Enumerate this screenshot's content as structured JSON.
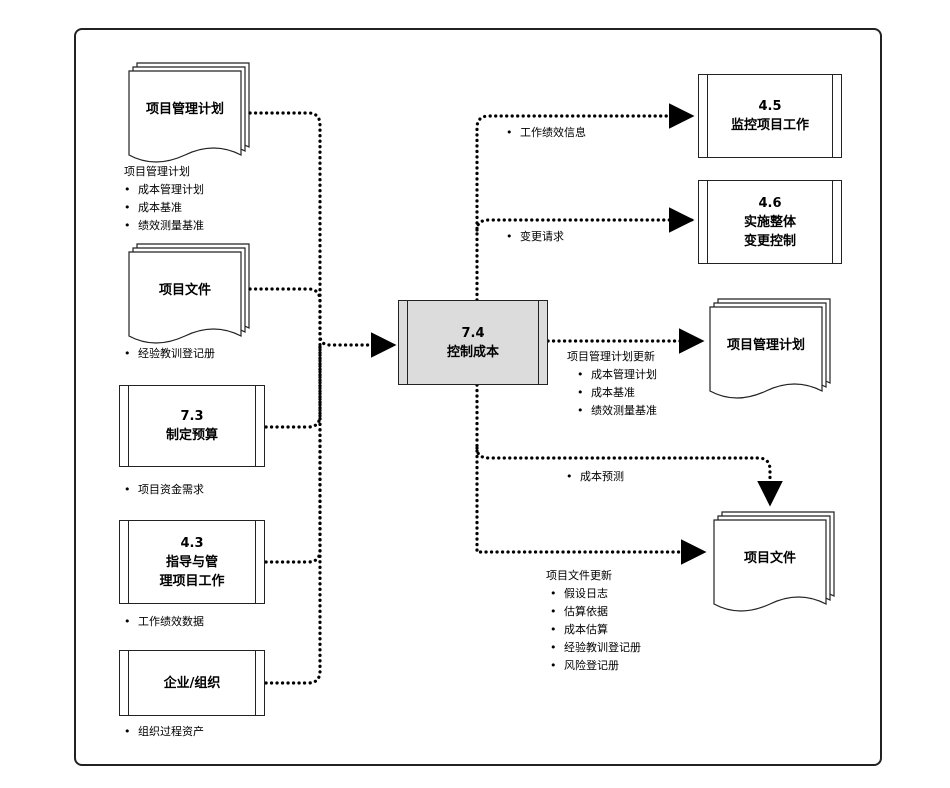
{
  "inputs": {
    "pm_plan": {
      "title": "项目管理计划",
      "note_heading": "项目管理计划",
      "items": [
        "成本管理计划",
        "成本基准",
        "绩效测量基准"
      ]
    },
    "project_docs": {
      "title": "项目文件",
      "items": [
        "经验教训登记册"
      ]
    },
    "budget": {
      "number": "7.3",
      "name": "制定预算",
      "items": [
        "项目资金需求"
      ]
    },
    "direct_work": {
      "number": "4.3",
      "name_line1": "指导与管",
      "name_line2": "理项目工作",
      "items": [
        "工作绩效数据"
      ]
    },
    "enterprise": {
      "name": "企业/组织",
      "items": [
        "组织过程资产"
      ]
    }
  },
  "process": {
    "number": "7.4",
    "name": "控制成本"
  },
  "outputs": {
    "monitor_work": {
      "number": "4.5",
      "name": "监控项目工作",
      "flow_label": "工作绩效信息"
    },
    "integrated_change": {
      "number": "4.6",
      "name_line1": "实施整体",
      "name_line2": "变更控制",
      "flow_label": "变更请求"
    },
    "pm_plan": {
      "title": "项目管理计划",
      "note_heading": "项目管理计划更新",
      "items": [
        "成本管理计划",
        "成本基准",
        "绩效测量基准"
      ]
    },
    "forecast": {
      "flow_label": "成本预测"
    },
    "project_docs": {
      "title": "项目文件",
      "note_heading": "项目文件更新",
      "items": [
        "假设日志",
        "估算依据",
        "成本估算",
        "经验教训登记册",
        "风险登记册"
      ]
    }
  },
  "colors": {
    "border": "#222222",
    "process_fill": "#dcdcdc",
    "background": "#ffffff"
  }
}
